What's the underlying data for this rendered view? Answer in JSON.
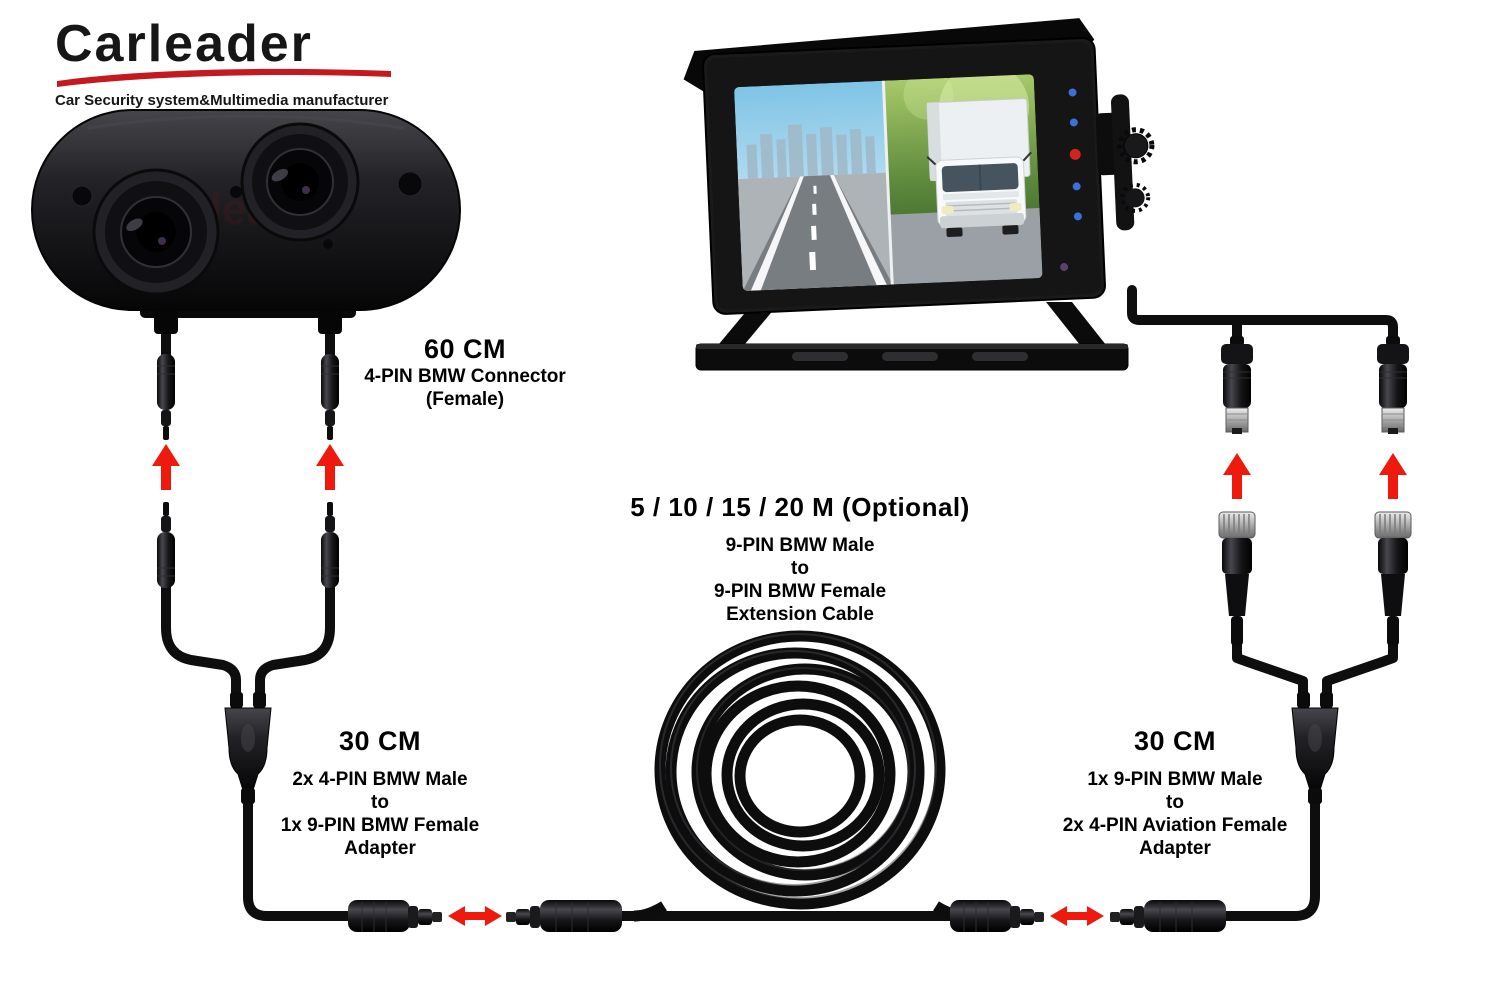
{
  "brand": {
    "name": "Carleader",
    "tagline": "Car Security system&Multimedia manufacturer",
    "watermark": "Carleader"
  },
  "labels": {
    "camera_pigtail": {
      "length": "60 CM",
      "lines": [
        "4-PIN BMW Connector",
        "(Female)"
      ]
    },
    "extension_cable": {
      "length": "5 / 10 / 15 / 20 M (Optional)",
      "lines": [
        "9-PIN BMW Male",
        "to",
        "9-PIN BMW Female",
        "Extension Cable"
      ]
    },
    "left_adapter": {
      "length": "30 CM",
      "lines": [
        "2x 4-PIN BMW Male",
        "to",
        "1x 9-PIN BMW Female",
        "Adapter"
      ]
    },
    "right_adapter": {
      "length": "30 CM",
      "lines": [
        "1x 9-PIN BMW Male",
        "to",
        "2x 4-PIN Aviation Female",
        "Adapter"
      ]
    }
  },
  "colors": {
    "accent_red": "#ee1a0e",
    "logo_red": "#c4191f",
    "cable_black": "#0e0e0f",
    "background": "#ffffff"
  }
}
